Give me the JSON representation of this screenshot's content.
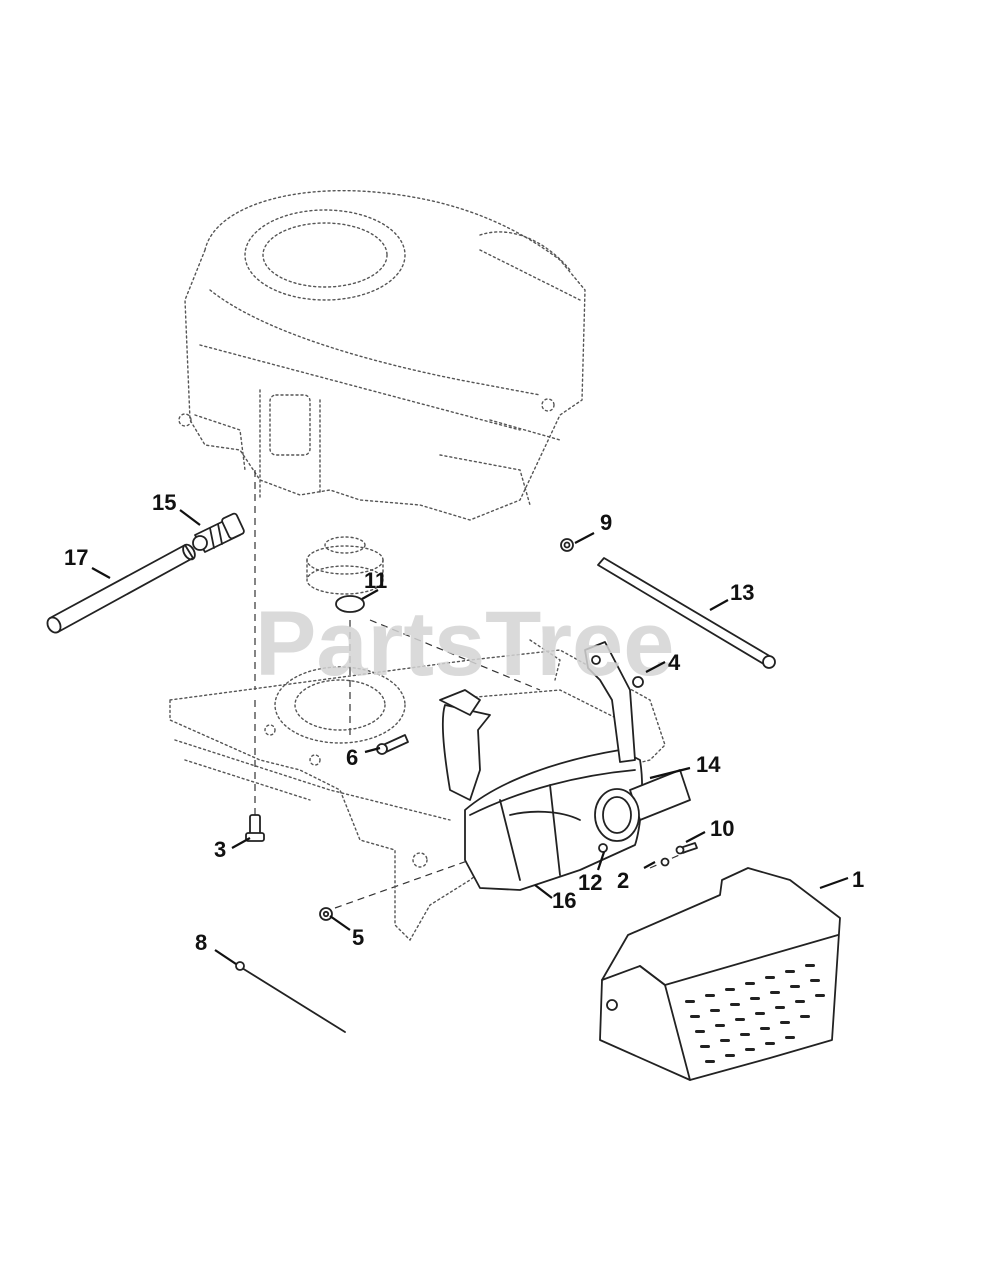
{
  "watermark": "PartsTree",
  "callouts": {
    "c1": "1",
    "c2": "2",
    "c3": "3",
    "c4": "4",
    "c5": "5",
    "c6": "6",
    "c8": "8",
    "c9": "9",
    "c10": "10",
    "c11": "11",
    "c12": "12",
    "c13": "13",
    "c14": "14",
    "c15": "15",
    "c16": "16",
    "c17": "17"
  }
}
